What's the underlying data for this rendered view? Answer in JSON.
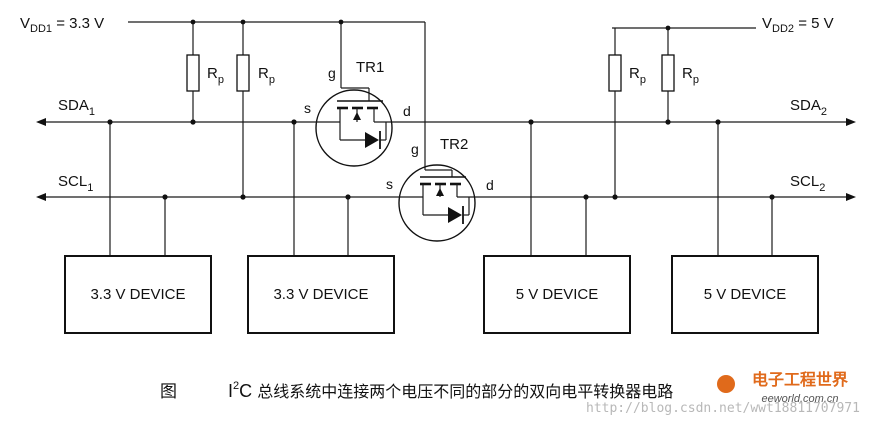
{
  "supply": {
    "vdd1_main": "V",
    "vdd1_sub": "DD1",
    "vdd1_val": " = 3.3 V",
    "vdd2_main": "V",
    "vdd2_sub": "DD2",
    "vdd2_val": " = 5 V"
  },
  "bus": {
    "sda1_main": "SDA",
    "sda1_sub": "1",
    "sda2_main": "SDA",
    "sda2_sub": "2",
    "scl1_main": "SCL",
    "scl1_sub": "1",
    "scl2_main": "SCL",
    "scl2_sub": "2"
  },
  "resistor": {
    "main": "R",
    "sub": "p"
  },
  "transistors": {
    "tr1": {
      "name": "TR1",
      "gate": "g",
      "source": "s",
      "drain": "d"
    },
    "tr2": {
      "name": "TR2",
      "gate": "g",
      "source": "s",
      "drain": "d"
    }
  },
  "devices": [
    "3.3 V DEVICE",
    "3.3 V DEVICE",
    "5 V DEVICE",
    "5 V DEVICE"
  ],
  "caption": {
    "figure": "图",
    "i": "I",
    "sup": "2",
    "c": "C",
    "text": " 总线系统中连接两个电压不同的部分的双向电平转换器电路"
  },
  "watermark": {
    "url": "http://blog.csdn.net/wwt18811707971",
    "logo_line1": "电子工程世界",
    "logo_line2": "eeworld.com.cn"
  }
}
